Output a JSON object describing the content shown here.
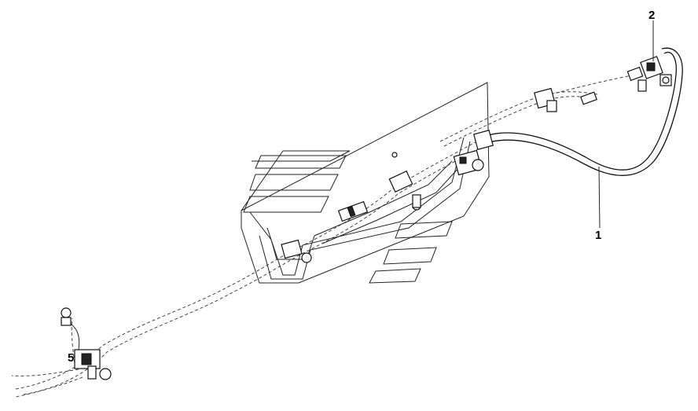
{
  "callouts": [
    {
      "id": "1",
      "label": "1"
    },
    {
      "id": "2",
      "label": "2"
    },
    {
      "id": "5",
      "label": "5"
    }
  ]
}
